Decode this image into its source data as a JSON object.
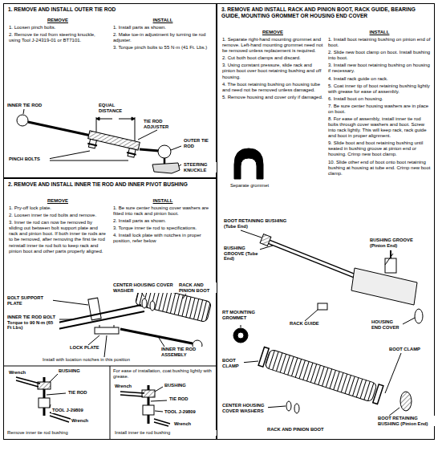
{
  "diagram": {
    "nodes": [
      {
        "text": [
          "1. REMOVE AND INSTALL OUTER TIE ROD",
          "REMOVE",
          "1. Loosen pinch bolts.",
          "2. Remove tie rod from steering knuckle, using Tool J-24319-01 or BT7101.",
          "INSTALL",
          "1. Install parts as shown.",
          "2. Make toe-in adjustment by turning tie rod adjuster.",
          "3. Torque pinch bolts to 55 N·m (41 Ft. Lbs.)"
        ]
      },
      {
        "text": [
          "2. REMOVE AND INSTALL INNER TIE ROD AND INNER PIVOT BUSHING",
          "REMOVE",
          "1. Pry-off lock plate.",
          "2. Loosen inner tie rod bolts and remove.",
          "3. Inner tie rod can now be removed by sliding out between bolt support plate and rack and pinion boot. If both inner tie rods are to be removed, after removing the first tie rod reinstall inner tie rod bolt to keep rack and pinion boot and other parts properly aligned.",
          "INSTALL",
          "1. Be sure center housing cover washers are fitted into rack and pinion boot.",
          "2. Install parts as shown.",
          "3. Torque inner tie rod to specifications.",
          "4. Install lock plate with notches in proper position, refer below"
        ]
      },
      {
        "text": [
          "3. REMOVE AND INSTALL RACK AND PINION BOOT, RACK GUIDE, BEARING GUIDE, MOUNTING GROMMET OR HOUSING END COVER",
          "REMOVE",
          "1. Separate right-hand mounting grommet and remove. Left-hand mounting grommet need not be removed unless replacement is required.",
          "2. Cut both boot clamps and discard.",
          "3. Using constant pressure, slide rack and pinion boot over boot retaining bushing and off housing.",
          "4. The boot retaining bushing on housing tube and need not be removed unless damaged.",
          "5. Remove housing and cover only if damaged.",
          "INSTALL",
          "1. Install boot retaining bushing on pinion end of boot.",
          "2. Slide new boot clamp on boot. Install bushing into boot.",
          "3. Install new boot retaining bushing on housing if necessary.",
          "4. Install rack guide on rack.",
          "5. Coat inner tip of boot retaining bushing lightly with grease for ease of assembly.",
          "6. Install boot on housing.",
          "7. Be sure center housing washers are in place on boot.",
          "8. For ease of assembly, install inner tie rod bolts through cover washers and boot. Screw into rack lightly. This will keep rack, rack guide and boot in proper alignment.",
          "9. Slide boot and boot retaining bushing until seated in bushing groove at pinion end or housing. Crimp new boot clamp.",
          "10. Slide other end of boot onto boot retaining bushing at housing at tube end. Crimp new boot clamp."
        ]
      }
    ],
    "labels": [
      "EQUAL DISTANCE",
      "INNER TIE ROD",
      "TIE ROD ADJUSTER",
      "OUTER TIE ROD",
      "PINCH BOLTS",
      "STEERING KNUCKLE",
      "CENTER HOUSING COVER WASHER",
      "RACK AND PINION BOOT",
      "BOLT SUPPORT PLATE",
      "INNER TIE ROD BOLT Torque to 90 N·m (65 Ft Lbs)",
      "LOCK PLATE",
      "INNER TIE ROD ASSEMBLY",
      "Install with location notches in this position",
      "Wrench",
      "BUSHING",
      "TIE ROD",
      "TOOL J-29809",
      "Wrench",
      "Remove inner tie rod bushing",
      "For ease of installation, coat bushing lightly with grease.",
      "Wrench",
      "BUSHING",
      "TIE ROD",
      "TOOL J-29809",
      "Wrench",
      "Install inner tie rod bushing",
      "Separate grommet",
      "BOOT RETAINING BUSHING (Tube End)",
      "BUSHING GROOVE (Tube End)",
      "BUSHING GROOVE (Pinion End)",
      "RT MOUNTING GROMMET",
      "RACK GUIDE",
      "HOUSING END COVER",
      "BOOT CLAMP",
      "BOOT CLAMP",
      "CENTER HOUSING COVER WASHERS",
      "RACK AND PINION BOOT",
      "BOOT RETAINING BUSHING (Pinion End)"
    ]
  }
}
